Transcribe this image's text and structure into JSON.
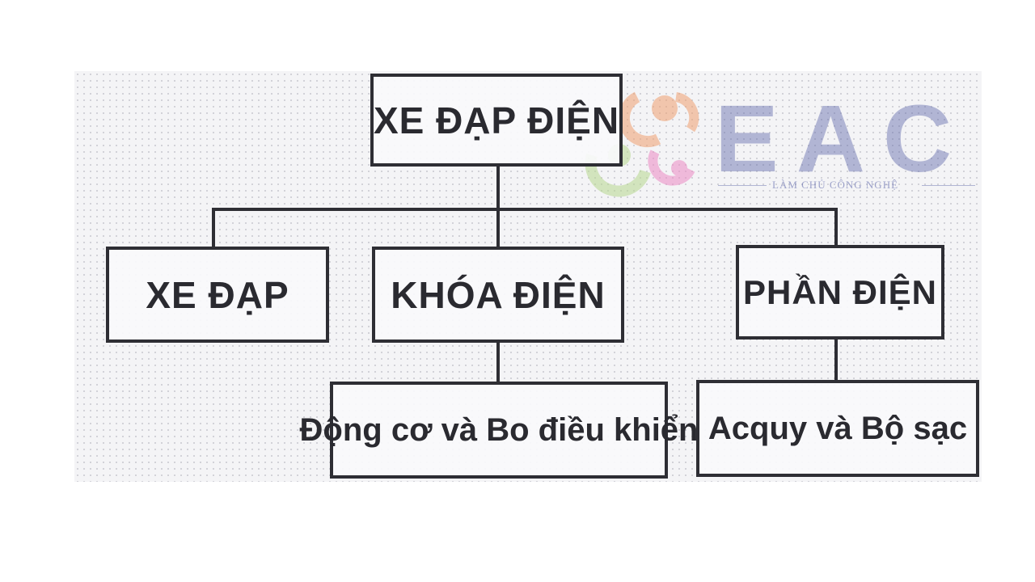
{
  "diagram": {
    "root": {
      "label": "XE ĐẠP ĐIỆN"
    },
    "children": [
      {
        "label": "XE ĐẠP"
      },
      {
        "label": "KHÓA ĐIỆN"
      },
      {
        "label": "PHẦN ĐIỆN"
      }
    ],
    "grandchildren": [
      {
        "label": "Động cơ và Bo điều khiển"
      },
      {
        "label": "Acquy và Bộ sạc"
      }
    ]
  },
  "watermark": {
    "brand": "EAC",
    "tagline": "LÀM CHỦ CÔNG NGHỆ",
    "colors": {
      "text": "#5f68aa",
      "orange": "#f0a070",
      "green": "#b8d890",
      "pink": "#ec8ac4"
    }
  }
}
